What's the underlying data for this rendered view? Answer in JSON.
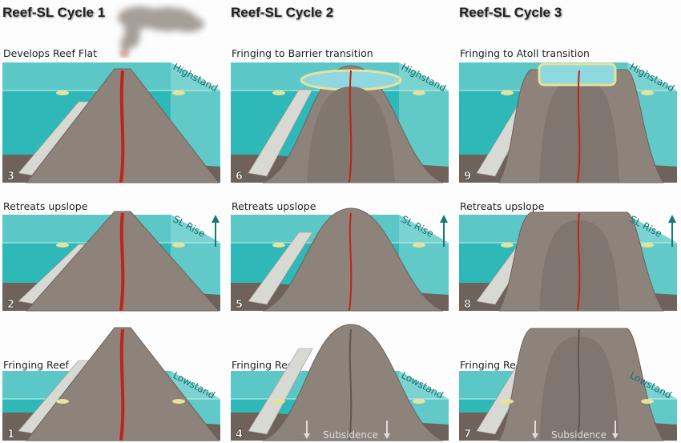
{
  "cycles": [
    {
      "title": "Reef-SL Cycle 1",
      "panels": [
        {
          "number": "3",
          "label": "Develops Reef Flat",
          "side_label": "Highstand",
          "arrow": false,
          "subsidence": ""
        },
        {
          "number": "2",
          "label": "Retreats upslope",
          "side_label": "SL Rise",
          "arrow": true,
          "subsidence": ""
        },
        {
          "number": "1",
          "label": "Fringing Reef",
          "side_label": "Lowstand",
          "arrow": false,
          "subsidence": ""
        }
      ]
    },
    {
      "title": "Reef-SL Cycle 2",
      "panels": [
        {
          "number": "6",
          "label": "Fringing to Barrier transition",
          "side_label": "Highstand",
          "arrow": false,
          "subsidence": ""
        },
        {
          "number": "5",
          "label": "Retreats upslope",
          "side_label": "SL Rise",
          "arrow": true,
          "subsidence": ""
        },
        {
          "number": "4",
          "label": "Fringing Reef",
          "side_label": "Lowstand",
          "arrow": false,
          "subsidence": "Subsidence"
        }
      ]
    },
    {
      "title": "Reef-SL Cycle 3",
      "panels": [
        {
          "number": "9",
          "label": "Fringing to Atoll transition",
          "side_label": "Highstand",
          "arrow": false,
          "subsidence": ""
        },
        {
          "number": "8",
          "label": "Retreats upslope",
          "side_label": "SL Rise",
          "arrow": true,
          "subsidence": ""
        },
        {
          "number": "7",
          "label": "Fringing Reef",
          "side_label": "Lowstand",
          "arrow": false,
          "subsidence": "Subsidence"
        }
      ]
    }
  ],
  "colors": {
    "water": "#2fb8b8",
    "water_light": "#7fd6d3",
    "rock": "#8d837b",
    "rock_dark": "#6b625b",
    "seafloor": "#6e625a",
    "reef": "#d9d9d4",
    "reef_flat": "#e6e29a",
    "magma": "#c0231c",
    "arrow": "#137a78"
  }
}
